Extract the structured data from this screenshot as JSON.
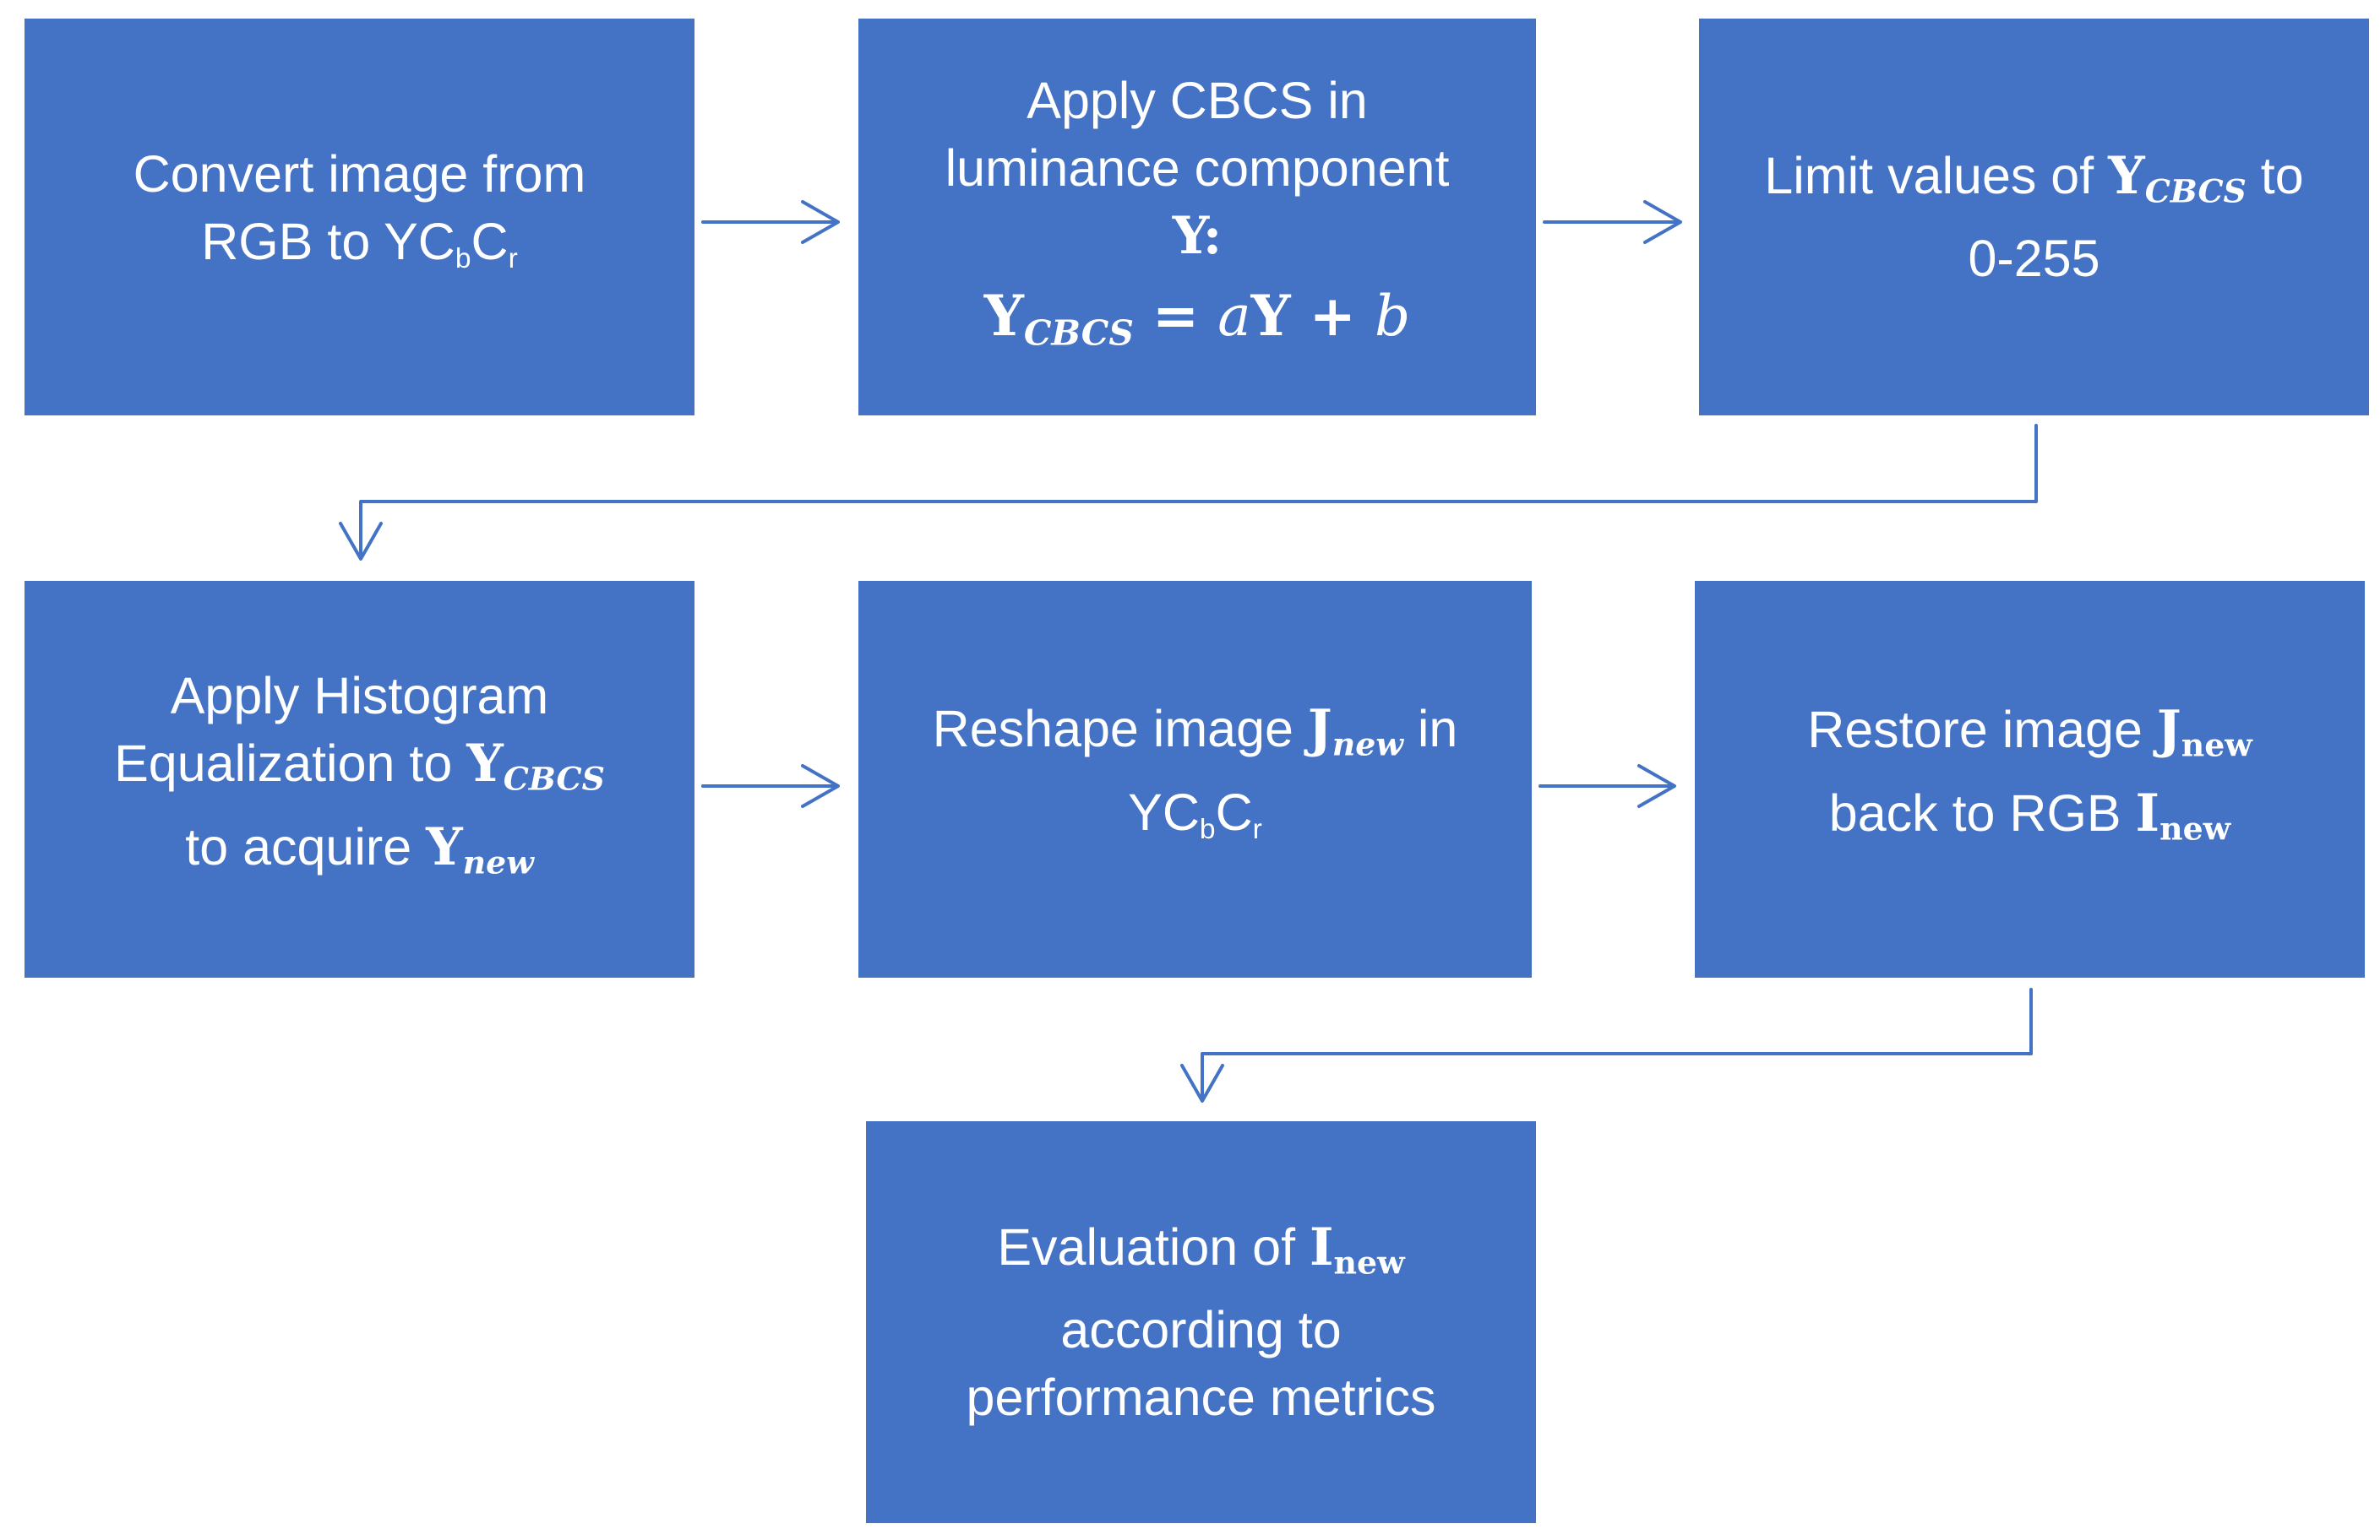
{
  "colors": {
    "box_fill": "#4472C4",
    "text": "#ffffff",
    "arrow": "#4472C4"
  },
  "steps": {
    "convert": {
      "line1": "Convert image from",
      "line2_prefix": "RGB to YC",
      "line2_sub1": "b",
      "line2_mid": "C",
      "line2_sub2": "r"
    },
    "apply_cbcs": {
      "line1": "Apply CBCS in",
      "line2": "luminance component",
      "line3_var": "Y",
      "line3_suffix": ":",
      "formula_lhs": "Y",
      "formula_lhs_sub": "CBCS",
      "formula_eq": "=",
      "formula_a": "a",
      "formula_Y": "Y",
      "formula_plus": "+",
      "formula_b": "b"
    },
    "limit": {
      "line1_prefix": "Limit values of ",
      "line1_var": "Y",
      "line1_sub": "CBCS",
      "line1_suffix": " to",
      "line2": "0-255"
    },
    "histogram": {
      "line1": "Apply Histogram",
      "line2_prefix": "Equalization to ",
      "line2_var": "Y",
      "line2_sub": "CBCS",
      "line3_prefix": "to acquire ",
      "line3_var": "Y",
      "line3_sub": "new"
    },
    "reshape": {
      "line1_prefix": "Reshape image ",
      "line1_var": "J",
      "line1_sub": "new",
      "line1_suffix": " in",
      "line2_prefix": "YC",
      "line2_sub1": "b",
      "line2_mid": "C",
      "line2_sub2": "r"
    },
    "restore": {
      "line1_prefix": "Restore image ",
      "line1_var": "J",
      "line1_sub": "new",
      "line2_prefix": "back to RGB ",
      "line2_var": "I",
      "line2_sub": "new"
    },
    "evaluation": {
      "line1_prefix": "Evaluation of ",
      "line1_var": "I",
      "line1_sub": "new",
      "line2": "according to",
      "line3": "performance metrics"
    }
  }
}
